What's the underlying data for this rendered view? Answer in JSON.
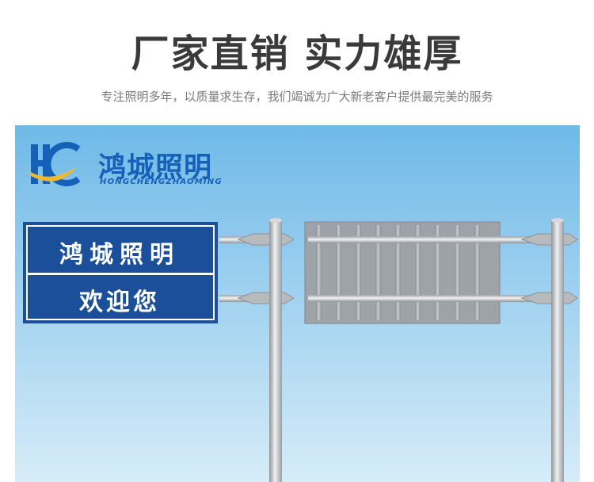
{
  "header": {
    "title": "厂家直销 实力雄厚",
    "subtitle": "专注照明多年，以质量求生存，我们竭诚为广大新老客户提供最完美的服务"
  },
  "scene": {
    "logo": {
      "name_cn": "鸿城照明",
      "name_en": "HONGCHENGZHAOMING"
    },
    "front_sign": {
      "line1": "鸿城照明",
      "line2": "欢迎您"
    },
    "colors": {
      "sky_top": "#6fb9e8",
      "sky_bottom": "#d4ebf8",
      "sign_blue": "#1b4f9a",
      "pole_gray": "#c4c6c8",
      "back_panel": "#9ea3a7",
      "logo_blue": "#1560b8",
      "logo_gold": "#f0b92b"
    },
    "icons": [
      "hc-logo-icon"
    ]
  }
}
